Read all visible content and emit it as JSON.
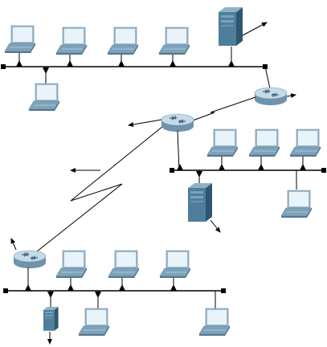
{
  "diagram": {
    "type": "network-topology",
    "colors": {
      "line": "#000000",
      "laptop_shell": "#9fbcd0",
      "laptop_screen": "#e9f3fa",
      "laptop_base": "#6f93ad",
      "server_front": "#4f7e9c",
      "server_side": "#2f5670",
      "server_top": "#8fb2c8",
      "router_top": "#c6dbe8",
      "router_side": "#6e93ab",
      "terminator": "#000000"
    },
    "segments": [
      {
        "id": "lan-top",
        "stations": 6,
        "routers": 1
      },
      {
        "id": "lan-right",
        "stations": 5,
        "routers": 1
      },
      {
        "id": "lan-bottom",
        "stations": 6,
        "routers": 1
      }
    ],
    "routers": 3,
    "serial_links": 2,
    "outbound_arrows": 7
  }
}
